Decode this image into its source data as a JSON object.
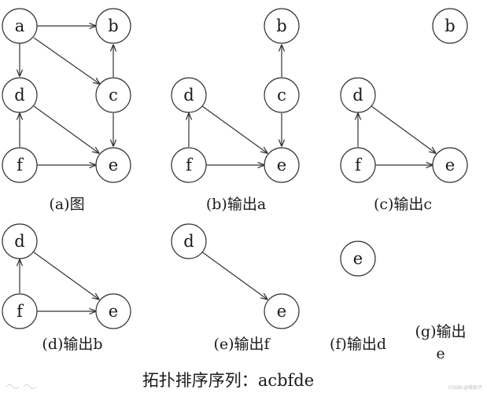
{
  "nodes": {
    "a": "a",
    "b": "b",
    "c": "c",
    "d": "d",
    "e": "e",
    "f": "f"
  },
  "panels": [
    {
      "id": "a",
      "caption": "(a)图"
    },
    {
      "id": "b",
      "caption": "(b)输出a"
    },
    {
      "id": "c",
      "caption": "(c)输出c"
    },
    {
      "id": "d",
      "caption": "(d)输出b"
    },
    {
      "id": "e",
      "caption": "(e)输出f"
    },
    {
      "id": "f",
      "caption": "(f)输出d"
    },
    {
      "id": "g",
      "caption_line1": "(g)输出",
      "caption_line2": "e"
    }
  ],
  "footer": {
    "label": "拓扑排序序列：",
    "sequence": "acbfde"
  },
  "watermark": "CSDN @戏如子"
}
